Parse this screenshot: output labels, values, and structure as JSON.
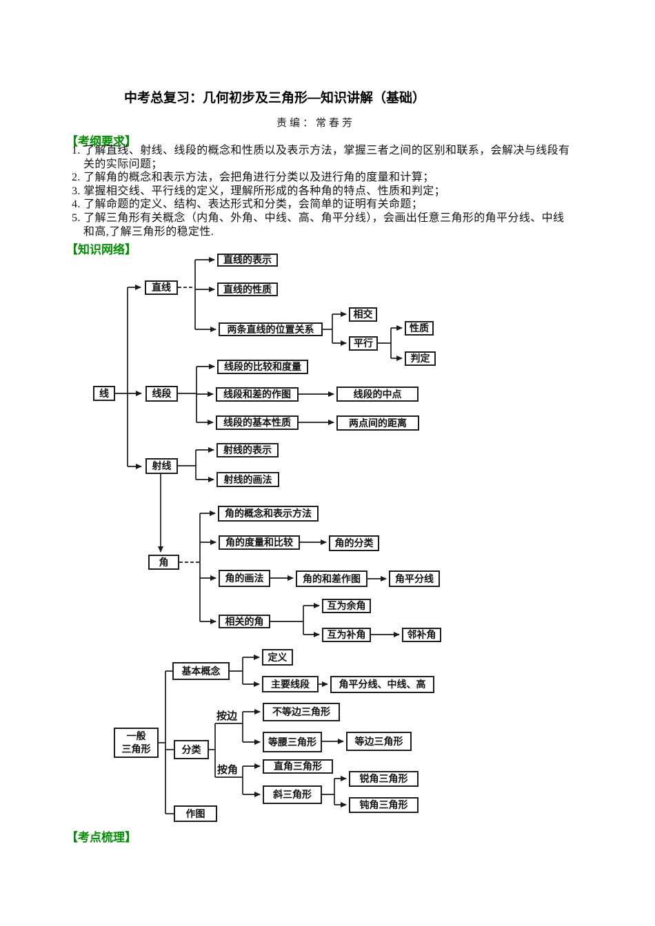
{
  "page": {
    "title": "中考总复习：几何初步及三角形—知识讲解（基础）",
    "byline": "责编：常春芳"
  },
  "headers": {
    "exam_outline": "【考纲要求】",
    "knowledge_network": "【知识网络】",
    "key_points": "【考点梳理】"
  },
  "outline_items": [
    {
      "num": "1.",
      "text": "了解直线、射线、线段的概念和性质以及表示方法，掌握三者之间的区别和联系，会解决与线段有\n关的实际问题；"
    },
    {
      "num": "2.",
      "text": "了解角的概念和表示方法，会把角进行分类以及进行角的度量和计算；"
    },
    {
      "num": "3.",
      "text": "掌握相交线、平行线的定义，理解所形成的各种角的特点、性质和判定；"
    },
    {
      "num": "4.",
      "text": "了解命题的定义、结构、表达形式和分类，会简单的证明有关命题；"
    },
    {
      "num": "5.",
      "text": "了解三角形有关概念（内角、外角、中线、高、角平分线），会画出任意三角形的角平分线、中线\n和高,了解三角形的稳定性."
    }
  ],
  "colors": {
    "header_green": "#008f00",
    "body_text": "#141414",
    "diagram_line": "#1a1a1a",
    "box_border": "#1c1c1c"
  },
  "diagram": {
    "nodes": {
      "xian": "线",
      "zhixian": "直线",
      "zhixian_biaoshi": "直线的表示",
      "zhixian_xingzhi": "直线的性质",
      "liangtiao_weizhi": "两条直线的位置关系",
      "xiangjiao": "相交",
      "pingxing": "平行",
      "xingzhi": "性质",
      "panding": "判定",
      "xianduan": "线段",
      "xianduan_bijiao": "线段的比较和度量",
      "xianduan_hecha": "线段和差的作图",
      "xianduan_zhongdian": "线段的中点",
      "xianduan_jiben": "线段的基本性质",
      "liangdian_juli": "两点间的距离",
      "shexian": "射线",
      "shexian_biaoshi": "射线的表示",
      "shexian_huafa": "射线的画法",
      "jiao": "角",
      "jiao_gainian": "角的概念和表示方法",
      "jiao_duliang": "角的度量和比较",
      "jiao_fenlei": "角的分类",
      "jiao_huafa": "角的画法",
      "jiao_hecha": "角的和差作图",
      "jiao_pingfenxian": "角平分线",
      "xiangguan_jiao": "相关的角",
      "huwei_yujiao": "互为余角",
      "huwei_bujiao": "互为补角",
      "lin_bujiao": "邻补角",
      "yiban_sanjiaoxing": "一般\n三角形",
      "jiben_gainian": "基本概念",
      "dingyi": "定义",
      "zhuyao_xianduan": "主要线段",
      "bisector_median_altitude": "角平分线、中线、高",
      "fenlei": "分类",
      "anbian": "按边",
      "budengbian": "不等边三角形",
      "dengyao": "等腰三角形",
      "dengbian": "等边三角形",
      "anjiao": "按角",
      "zhijiao_sjx": "直角三角形",
      "xie_sjx": "斜三角形",
      "ruijiao_sjx": "锐角三角形",
      "dunjiao_sjx": "钝角三角形",
      "zuotu": "作图"
    }
  }
}
